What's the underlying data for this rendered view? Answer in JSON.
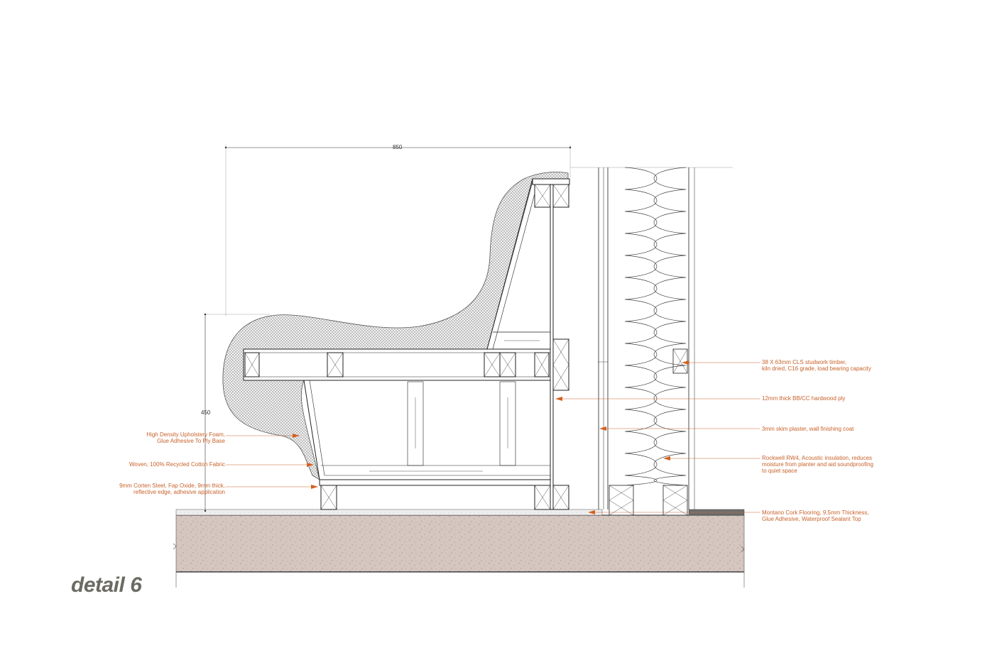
{
  "title": "detail 6",
  "dimensions": {
    "width": "850",
    "height": "450"
  },
  "colors": {
    "annotation": "#c8622a",
    "concrete": "#d4c4be",
    "foam_hatch": "#777777",
    "title": "#6b6b63",
    "line": "#222222"
  },
  "annotations_left": [
    {
      "id": "foam",
      "lines": [
        "High Density Upholstery Foam,",
        "Glue Adhesive To Ply Base"
      ]
    },
    {
      "id": "fabric",
      "lines": [
        "Woven, 100% Recycled Cotton Fabric"
      ]
    },
    {
      "id": "steel",
      "lines": [
        "9mm Corten Steel, Fap Oxide, 9mm thick,",
        "reflective edge, adhesive application"
      ]
    }
  ],
  "annotations_right": [
    {
      "id": "stud",
      "lines": [
        "38 X 63mm CLS studwork timber,",
        "kiln dried, C16 grade, load bearing capacity"
      ]
    },
    {
      "id": "ply",
      "lines": [
        "12mm thick BB/CC hardwood ply"
      ]
    },
    {
      "id": "plaster",
      "lines": [
        "3mm skim plaster, wall finishing coat"
      ]
    },
    {
      "id": "insulation",
      "lines": [
        "Rockwell RW4, Acoustic insulation, reduces",
        "moisture from planter and aid soundproofing",
        "to quiet space"
      ]
    },
    {
      "id": "cork",
      "lines": [
        "Montano Cork Flooring, 9.5mm Thickness,",
        "Glue Adhesive, Waterproof Sealant Top"
      ]
    }
  ]
}
